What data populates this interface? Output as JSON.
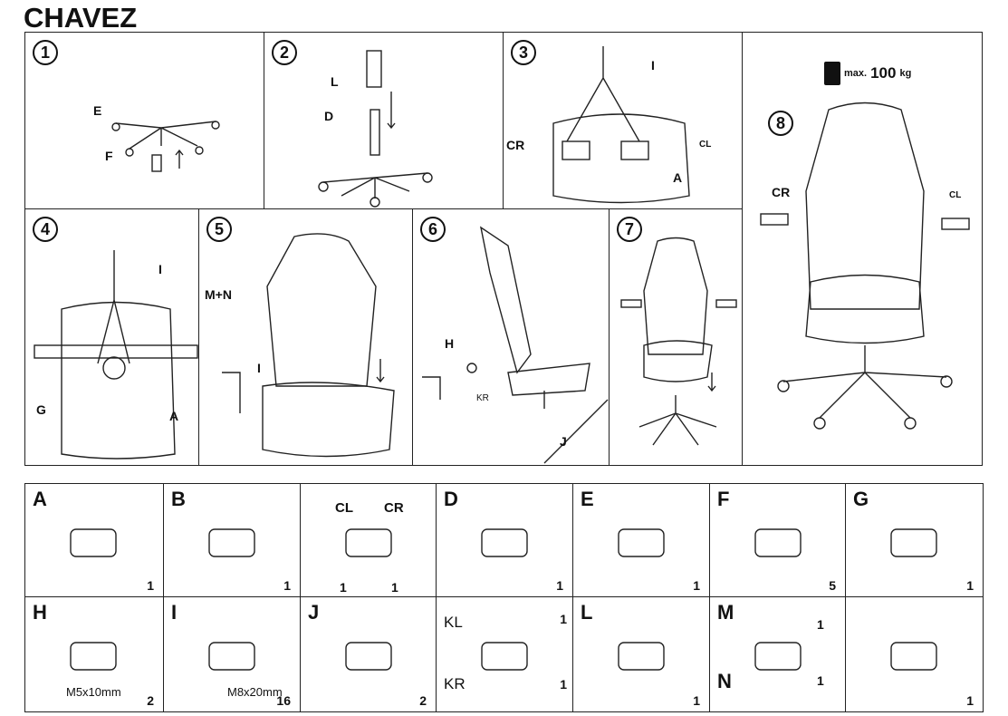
{
  "title": "CHAVEZ",
  "steps": [
    {
      "num": "1",
      "labels": [
        "E",
        "F"
      ]
    },
    {
      "num": "2",
      "labels": [
        "L",
        "D"
      ]
    },
    {
      "num": "3",
      "labels": [
        "I",
        "CR",
        "CL",
        "A"
      ]
    },
    {
      "num": "4",
      "labels": [
        "I",
        "G",
        "A"
      ]
    },
    {
      "num": "5",
      "labels": [
        "M+N",
        "I"
      ]
    },
    {
      "num": "6",
      "labels": [
        "H",
        "KR",
        "J"
      ]
    },
    {
      "num": "7",
      "labels": []
    },
    {
      "num": "8",
      "labels": [
        "CR",
        "CL"
      ]
    }
  ],
  "weight": {
    "prefix": "max.",
    "value": "100",
    "unit": "kg"
  },
  "parts": [
    {
      "id": "A",
      "qty": "1"
    },
    {
      "id": "B",
      "qty": "1"
    },
    {
      "id": "",
      "sub": [
        "CL",
        "CR"
      ],
      "qty": [
        "1",
        "1"
      ]
    },
    {
      "id": "D",
      "qty": "1"
    },
    {
      "id": "E",
      "qty": "1"
    },
    {
      "id": "F",
      "qty": "5"
    },
    {
      "id": "G",
      "qty": "1"
    },
    {
      "id": "H",
      "spec": "M5x10mm",
      "qty": "2"
    },
    {
      "id": "I",
      "spec": "M8x20mm",
      "qty": "16"
    },
    {
      "id": "J",
      "qty": "2"
    },
    {
      "id": "",
      "sub": [
        "KL",
        "KR"
      ],
      "qty": [
        "1",
        "1"
      ]
    },
    {
      "id": "L",
      "qty": "1"
    },
    {
      "id": "M",
      "id2": "N",
      "qty": [
        "1",
        "1"
      ]
    },
    {
      "id": "",
      "qty": "1"
    }
  ]
}
